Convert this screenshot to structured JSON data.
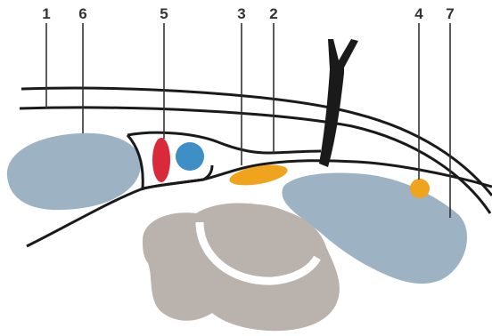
{
  "colors": {
    "outline": "#1a1a1a",
    "muscle": "#9db3c4",
    "bone": "#b9b2ad",
    "nerve": "#f0a31c",
    "artery": "#d92a3c",
    "vein": "#3e8fc6",
    "needle": "#1a1a1a",
    "label": "#333333"
  },
  "labels": {
    "l1": "1",
    "l6": "6",
    "l5": "5",
    "l3": "3",
    "l2": "2",
    "l4": "4",
    "l7": "7"
  }
}
